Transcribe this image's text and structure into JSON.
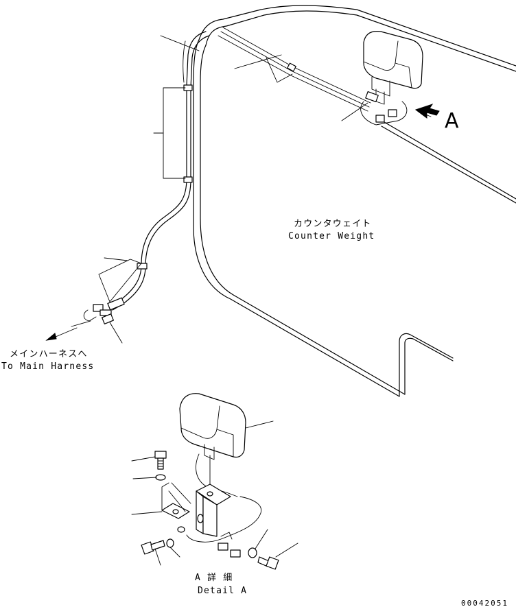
{
  "labels": {
    "counterweight_jp": "カウンタウェイト",
    "counterweight_en": "Counter Weight",
    "harness_jp": "メインハーネスへ",
    "harness_en": "To Main Harness",
    "view_letter": "A",
    "detail_jp": "A 詳 細",
    "detail_en": "Detail A",
    "drawing_number": "00042051"
  }
}
